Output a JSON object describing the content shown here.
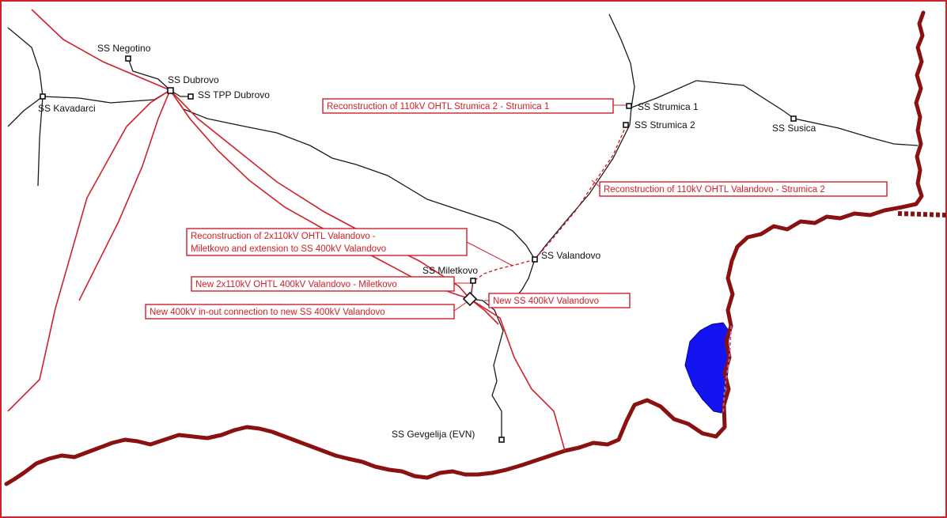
{
  "colors": {
    "frame": "#d0202a",
    "new_line": "#d0202a",
    "existing_line": "#1a1a1a",
    "border": "#8b1010",
    "lake": "#1414f0",
    "annotation": "#d0202a"
  },
  "substations": {
    "negotino": "SS Negotino",
    "dubrovo": "SS Dubrovo",
    "tpp_dubrovo": "SS TPP Dubrovo",
    "kavadarci": "SS Kavadarci",
    "strumica1": "SS Strumica 1",
    "strumica2": "SS Strumica 2",
    "susica": "SS Susica",
    "valandovo": "SS Valandovo",
    "miletkovo": "SS Miletkovo",
    "gevgelija": "SS Gevgelija (EVN)"
  },
  "annotations": {
    "strumica": "Reconstruction of 110kV OHTL Strumica 2 - Strumica 1",
    "valandovo_strumica": "Reconstruction of 110kV OHTL Valandovo - Strumica 2",
    "miletkovo_line1": "Reconstruction of 2x110kV OHTL Valandovo -",
    "miletkovo_line2": "Miletkovo and extension to SS 400kV Valandovo",
    "new_2x110": "New 2x110kV OHTL 400kV Valandovo - Miletkovo",
    "new_ss": "New SS 400kV Valandovo",
    "new_inout": "New 400kV in-out connection to new SS 400kV Valandovo"
  }
}
